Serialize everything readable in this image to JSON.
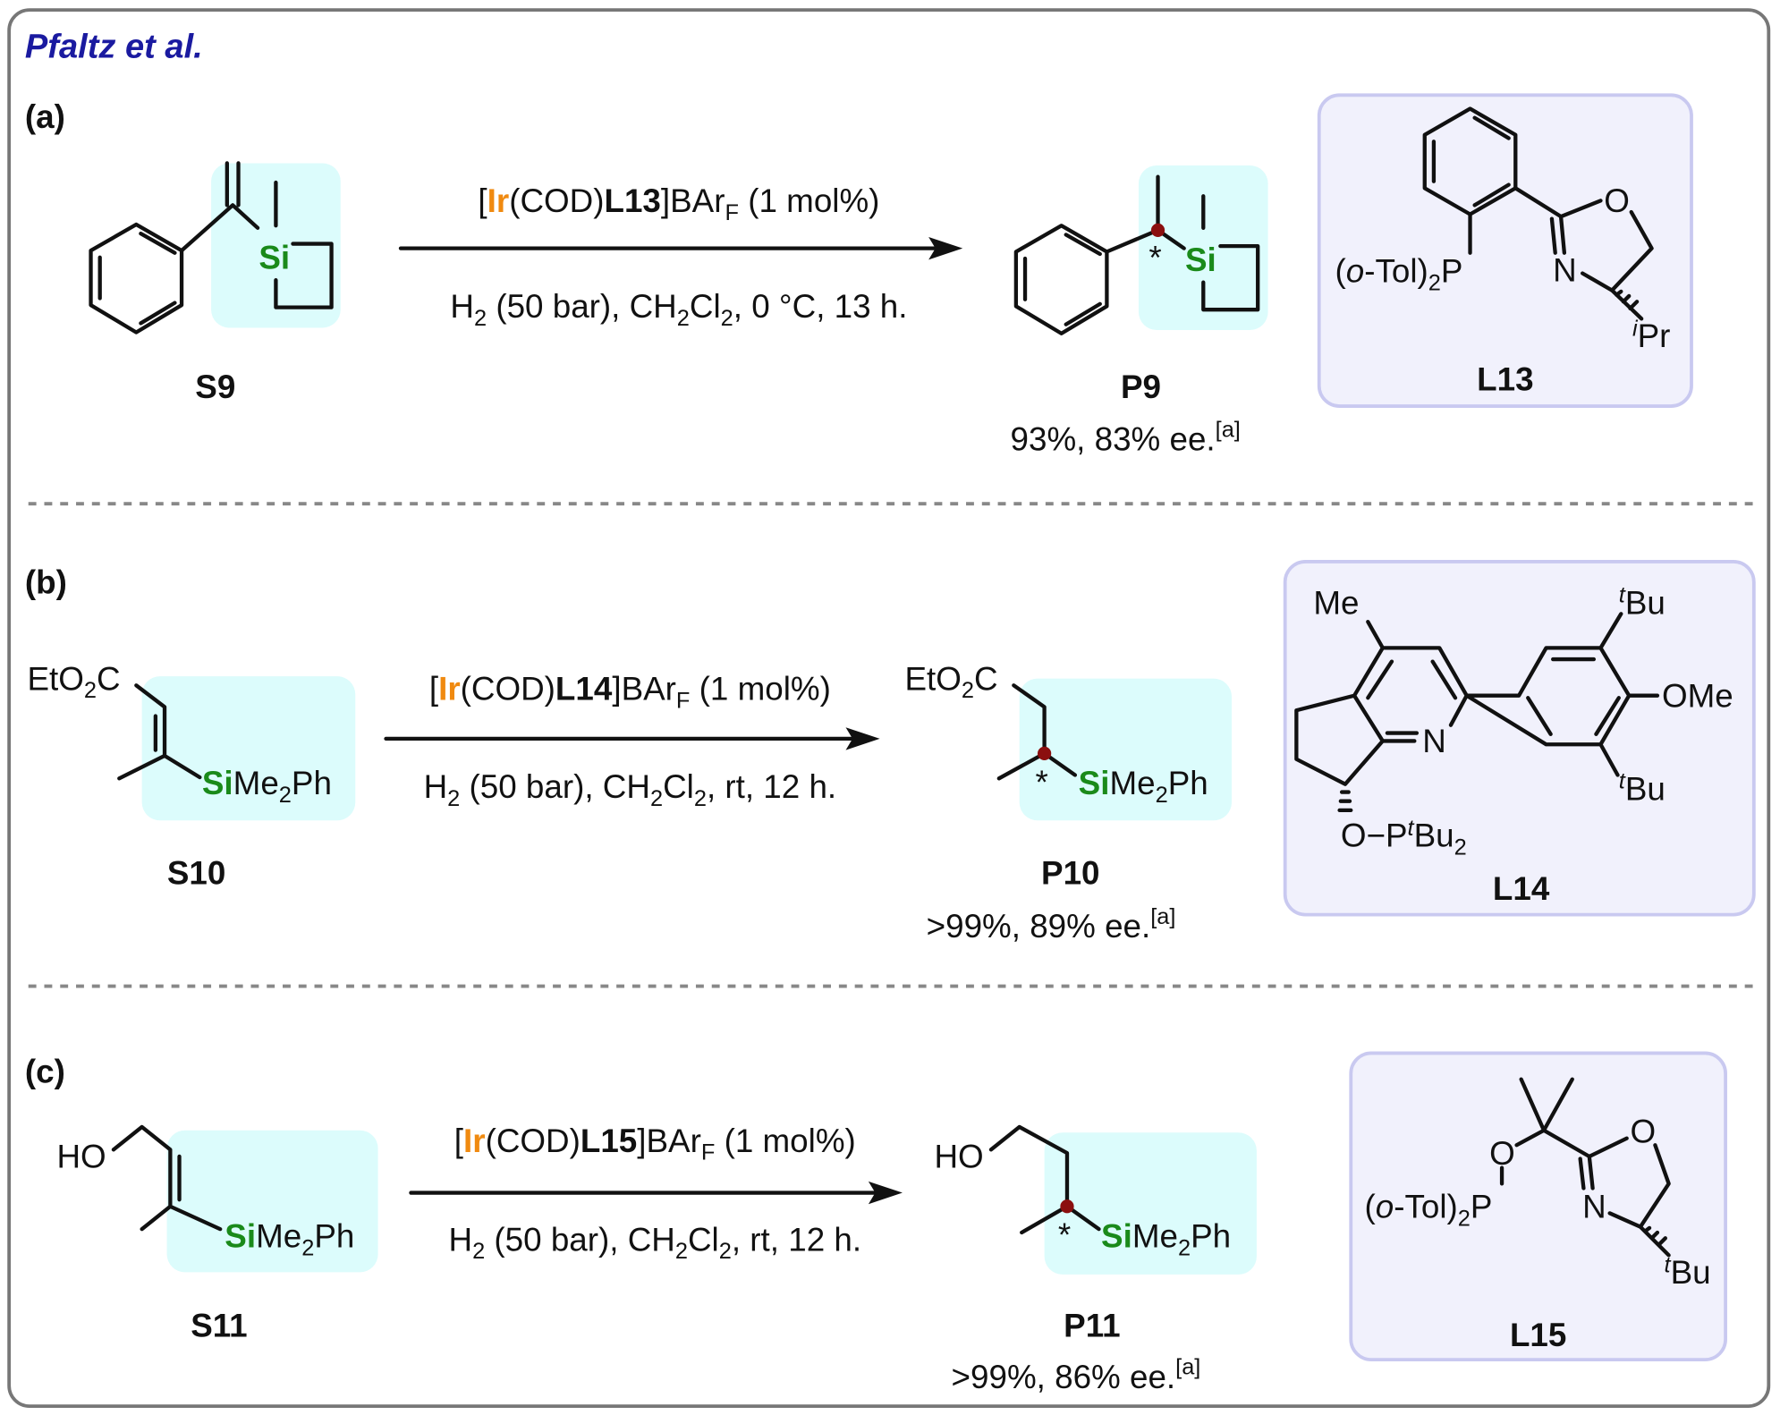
{
  "title": "Pfaltz et al.",
  "colors": {
    "title": "#1a1aa0",
    "silicon": "#1a8a1a",
    "iridium": "#f08a10",
    "highlight": "#dcfcfc",
    "stereocenter": "#8b0f0f"
  },
  "panels": {
    "a": {
      "label": "(a)",
      "substrate": {
        "label": "S9",
        "si": "Si"
      },
      "cond_top": [
        "[",
        "Ir",
        "(COD)",
        "L13",
        "]BAr",
        "F",
        " (1 mol%)"
      ],
      "cond_bottom": [
        "H",
        "2",
        " (50 bar), CH",
        "2",
        "Cl",
        "2",
        ", 0 °C, 13 h."
      ],
      "product": {
        "label": "P9",
        "si": "Si",
        "star": "*",
        "yield": "93%, 83% ee.",
        "note": "[a]"
      },
      "ligand": {
        "label": "L13",
        "p_group": [
          "(",
          "o",
          "-Tol)",
          "2",
          "P"
        ],
        "o": "O",
        "n": "N",
        "sub_sup": "i",
        "sub": "Pr"
      }
    },
    "b": {
      "label": "(b)",
      "substrate": {
        "label": "S10",
        "ester": [
          "EtO",
          "2",
          "C"
        ],
        "si": [
          "Si",
          "Me",
          "2",
          "Ph"
        ]
      },
      "cond_top": [
        "[",
        "Ir",
        "(COD)",
        "L14",
        "]BAr",
        "F",
        " (1 mol%)"
      ],
      "cond_bottom": [
        "H",
        "2",
        " (50 bar), CH",
        "2",
        "Cl",
        "2",
        ", rt, 12 h."
      ],
      "product": {
        "label": "P10",
        "ester": [
          "EtO",
          "2",
          "C"
        ],
        "si": [
          "Si",
          "Me",
          "2",
          "Ph"
        ],
        "star": "*",
        "yield": ">99%, 89% ee.",
        "note": "[a]"
      },
      "ligand": {
        "label": "L14",
        "me": "Me",
        "n": "N",
        "ome": "OMe",
        "tbu": [
          "t",
          "Bu"
        ],
        "op": [
          "O−P",
          "t",
          "Bu",
          "2"
        ]
      }
    },
    "c": {
      "label": "(c)",
      "substrate": {
        "label": "S11",
        "ho": "HO",
        "si": [
          "Si",
          "Me",
          "2",
          "Ph"
        ]
      },
      "cond_top": [
        "[",
        "Ir",
        "(COD)",
        "L15",
        "]BAr",
        "F",
        " (1 mol%)"
      ],
      "cond_bottom": [
        "H",
        "2",
        " (50 bar), CH",
        "2",
        "Cl",
        "2",
        ", rt, 12 h."
      ],
      "product": {
        "label": "P11",
        "ho": "HO",
        "si": [
          "Si",
          "Me",
          "2",
          "Ph"
        ],
        "star": "*",
        "yield": ">99%, 86% ee.",
        "note": "[a]"
      },
      "ligand": {
        "label": "L15",
        "p_group": [
          "(",
          "o",
          "-Tol)",
          "2",
          "P"
        ],
        "o": "O",
        "n": "N",
        "sub_sup": "t",
        "sub": "Bu"
      }
    }
  }
}
